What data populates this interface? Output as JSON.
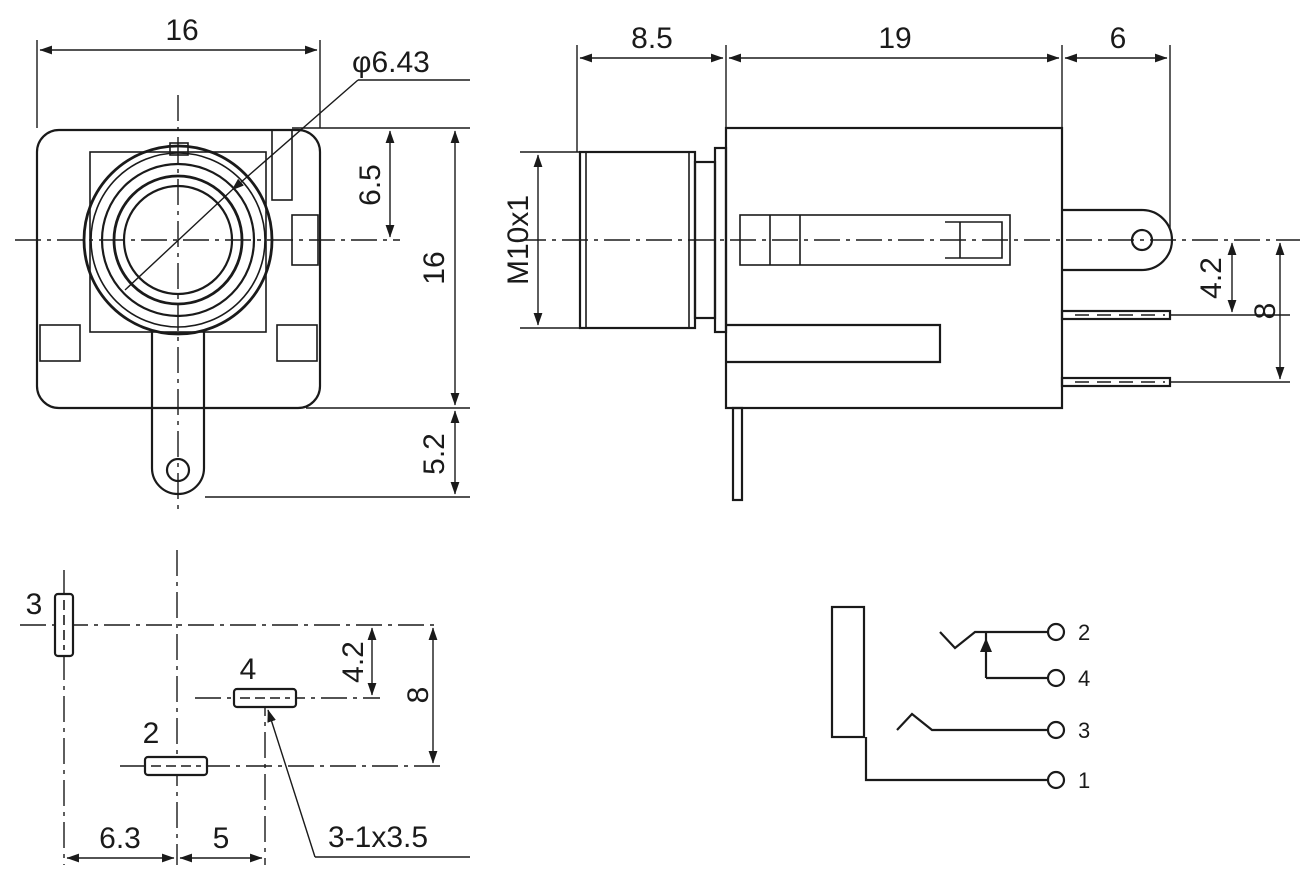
{
  "front_view": {
    "width_dim": "16",
    "diameter_dim": "φ6.43",
    "offset_dim": "6.5",
    "height_dim": "16",
    "tab_dim": "5.2"
  },
  "side_view": {
    "nut_length_dim": "8.5",
    "body_length_dim": "19",
    "tab_length_dim": "6",
    "thread_dim": "M10x1",
    "pin_offset_dim": "4.2",
    "pin_spacing_dim": "8"
  },
  "footprint": {
    "pad_labels": [
      "3",
      "4",
      "2"
    ],
    "offset_dim": "4.2",
    "spacing_dim": "8",
    "left_dim": "6.3",
    "right_dim": "5",
    "hole_spec": "3-1x3.5"
  },
  "schematic": {
    "terminals": [
      "2",
      "4",
      "3",
      "1"
    ]
  }
}
